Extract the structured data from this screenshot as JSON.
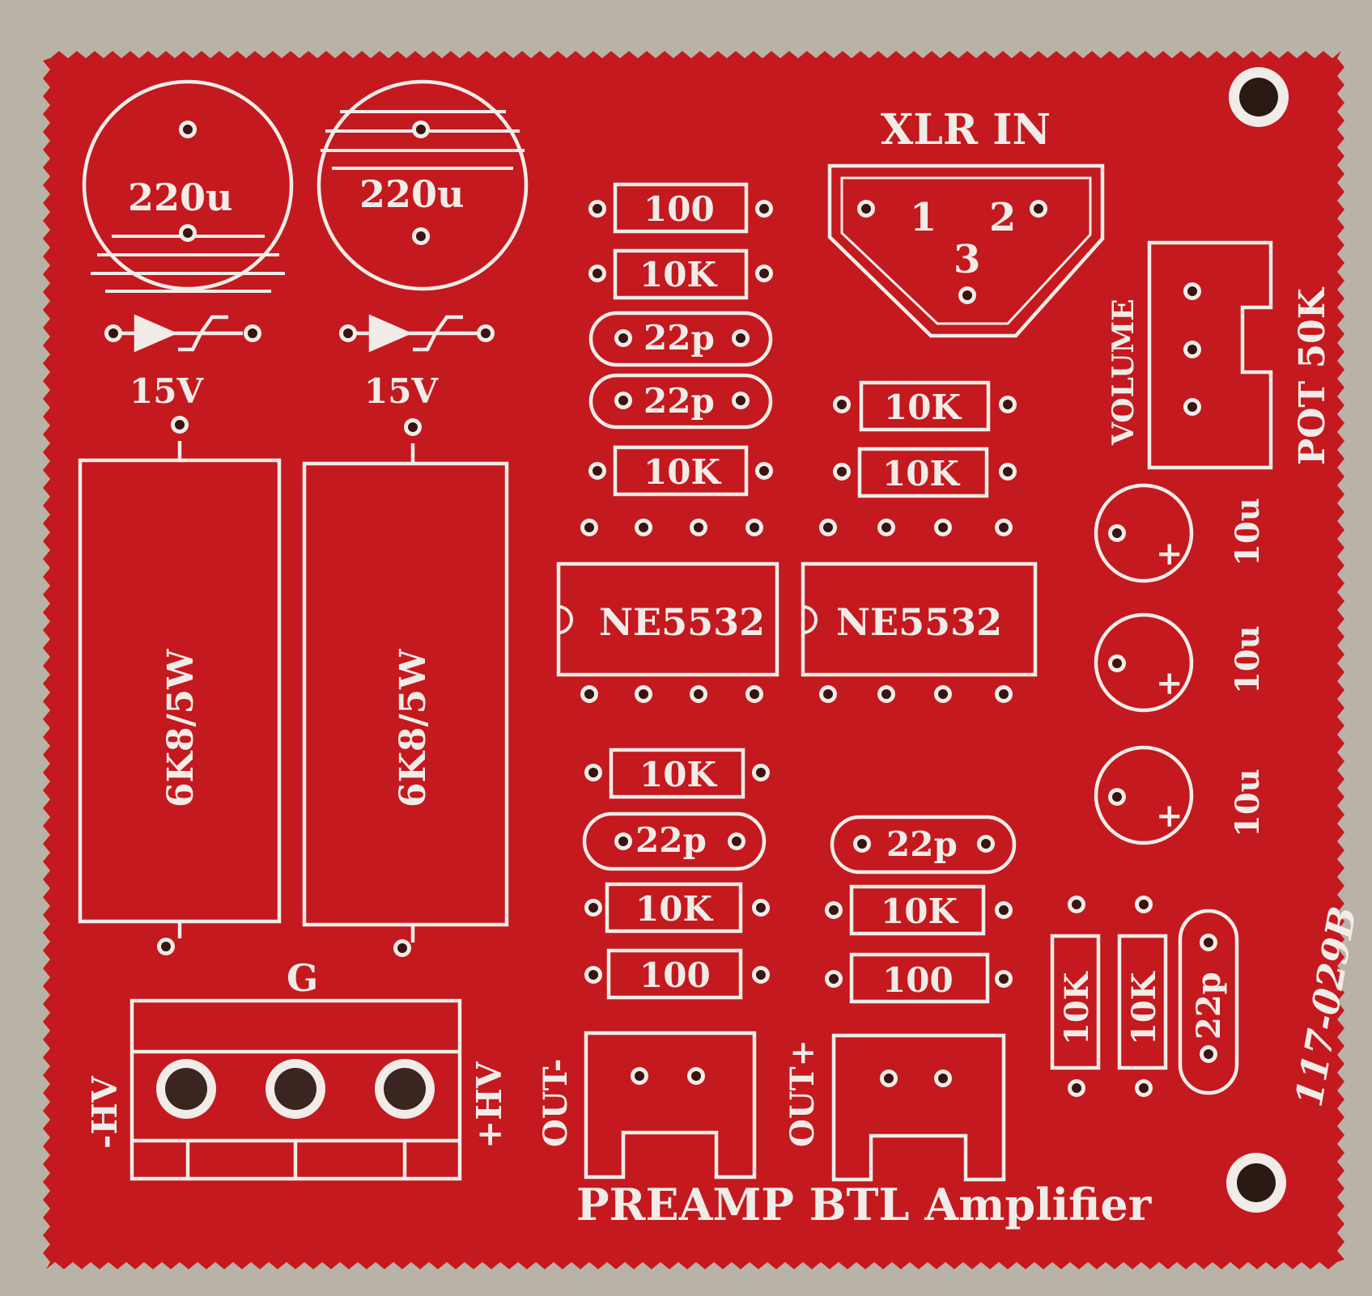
{
  "colors": {
    "background": "#b9b2a6",
    "board_red": "#c4191e",
    "silkscreen": "#f1ece8",
    "hole": "#3a1410"
  },
  "board": {
    "connector_xlr_label": "XLR IN",
    "xlr_pin_1": "1",
    "xlr_pin_2": "2",
    "xlr_pin_3": "3",
    "cap_220u_left": "220u",
    "cap_220u_right": "220u",
    "zener_left": "15V",
    "zener_right": "15V",
    "resistor_power_left": "6K8/5W",
    "resistor_power_right": "6K8/5W",
    "res_100_top": "100",
    "res_10k_top_1": "10K",
    "cap_22p_top_1": "22p",
    "cap_22p_top_2": "22p",
    "res_10k_top_2": "10K",
    "res_10k_mid_right_1": "10K",
    "res_10k_mid_right_2": "10K",
    "ic_left": "NE5532",
    "ic_right": "NE5532",
    "res_10k_lower_left_1": "10K",
    "cap_22p_lower_left": "22p",
    "res_10k_lower_left_2": "10K",
    "res_100_lower_left": "100",
    "cap_22p_lower_right": "22p",
    "res_10k_lower_right": "10K",
    "res_100_lower_right": "100",
    "volume_label": "VOLUME",
    "pot_label": "POT 50K",
    "cap_10u_1": "10u",
    "cap_10u_2": "10u",
    "cap_10u_3": "10u",
    "plus_sign": "+",
    "res_10k_vert_1": "10K",
    "res_10k_vert_2": "10K",
    "cap_22p_vert": "22p",
    "board_code": "117-029B",
    "ground_label": "G",
    "neg_hv_label": "-HV",
    "pos_hv_label": "+HV",
    "out_minus_label": "OUT-",
    "out_plus_label": "OUT+",
    "title": "PREAMP BTL Amplifier"
  }
}
